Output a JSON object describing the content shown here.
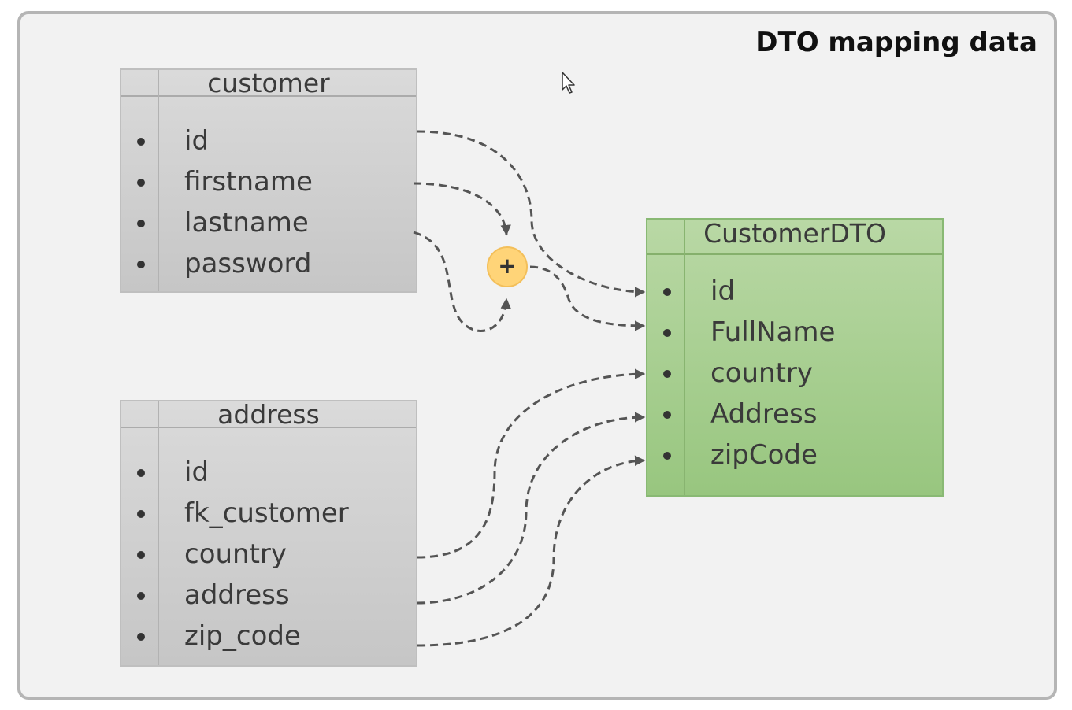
{
  "title": "DTO mapping data",
  "entities": {
    "customer": {
      "name": "customer",
      "fields": [
        "id",
        "firstname",
        "lastname",
        "password"
      ]
    },
    "address": {
      "name": "address",
      "fields": [
        "id",
        "fk_customer",
        "country",
        "address",
        "zip_code"
      ]
    },
    "dto": {
      "name": "CustomerDTO",
      "fields": [
        "id",
        "FullName",
        "country",
        "Address",
        "zipCode"
      ]
    }
  },
  "combiner": {
    "symbol": "+",
    "icon": "plus-merge-icon"
  },
  "mappings": [
    {
      "from": "customer.id",
      "to": "CustomerDTO.id"
    },
    {
      "from": "customer.firstname",
      "to": "combiner"
    },
    {
      "from": "customer.lastname",
      "to": "combiner"
    },
    {
      "from": "combiner",
      "to": "CustomerDTO.FullName"
    },
    {
      "from": "address.country",
      "to": "CustomerDTO.country"
    },
    {
      "from": "address.address",
      "to": "CustomerDTO.Address"
    },
    {
      "from": "address.zip_code",
      "to": "CustomerDTO.zipCode"
    }
  ],
  "colors": {
    "table_gray": "#c8c8c8",
    "table_green": "#a3cd8c",
    "combiner_fill": "#ffd478",
    "arrow": "#555555"
  },
  "cursor_icon": "mouse-pointer-icon"
}
